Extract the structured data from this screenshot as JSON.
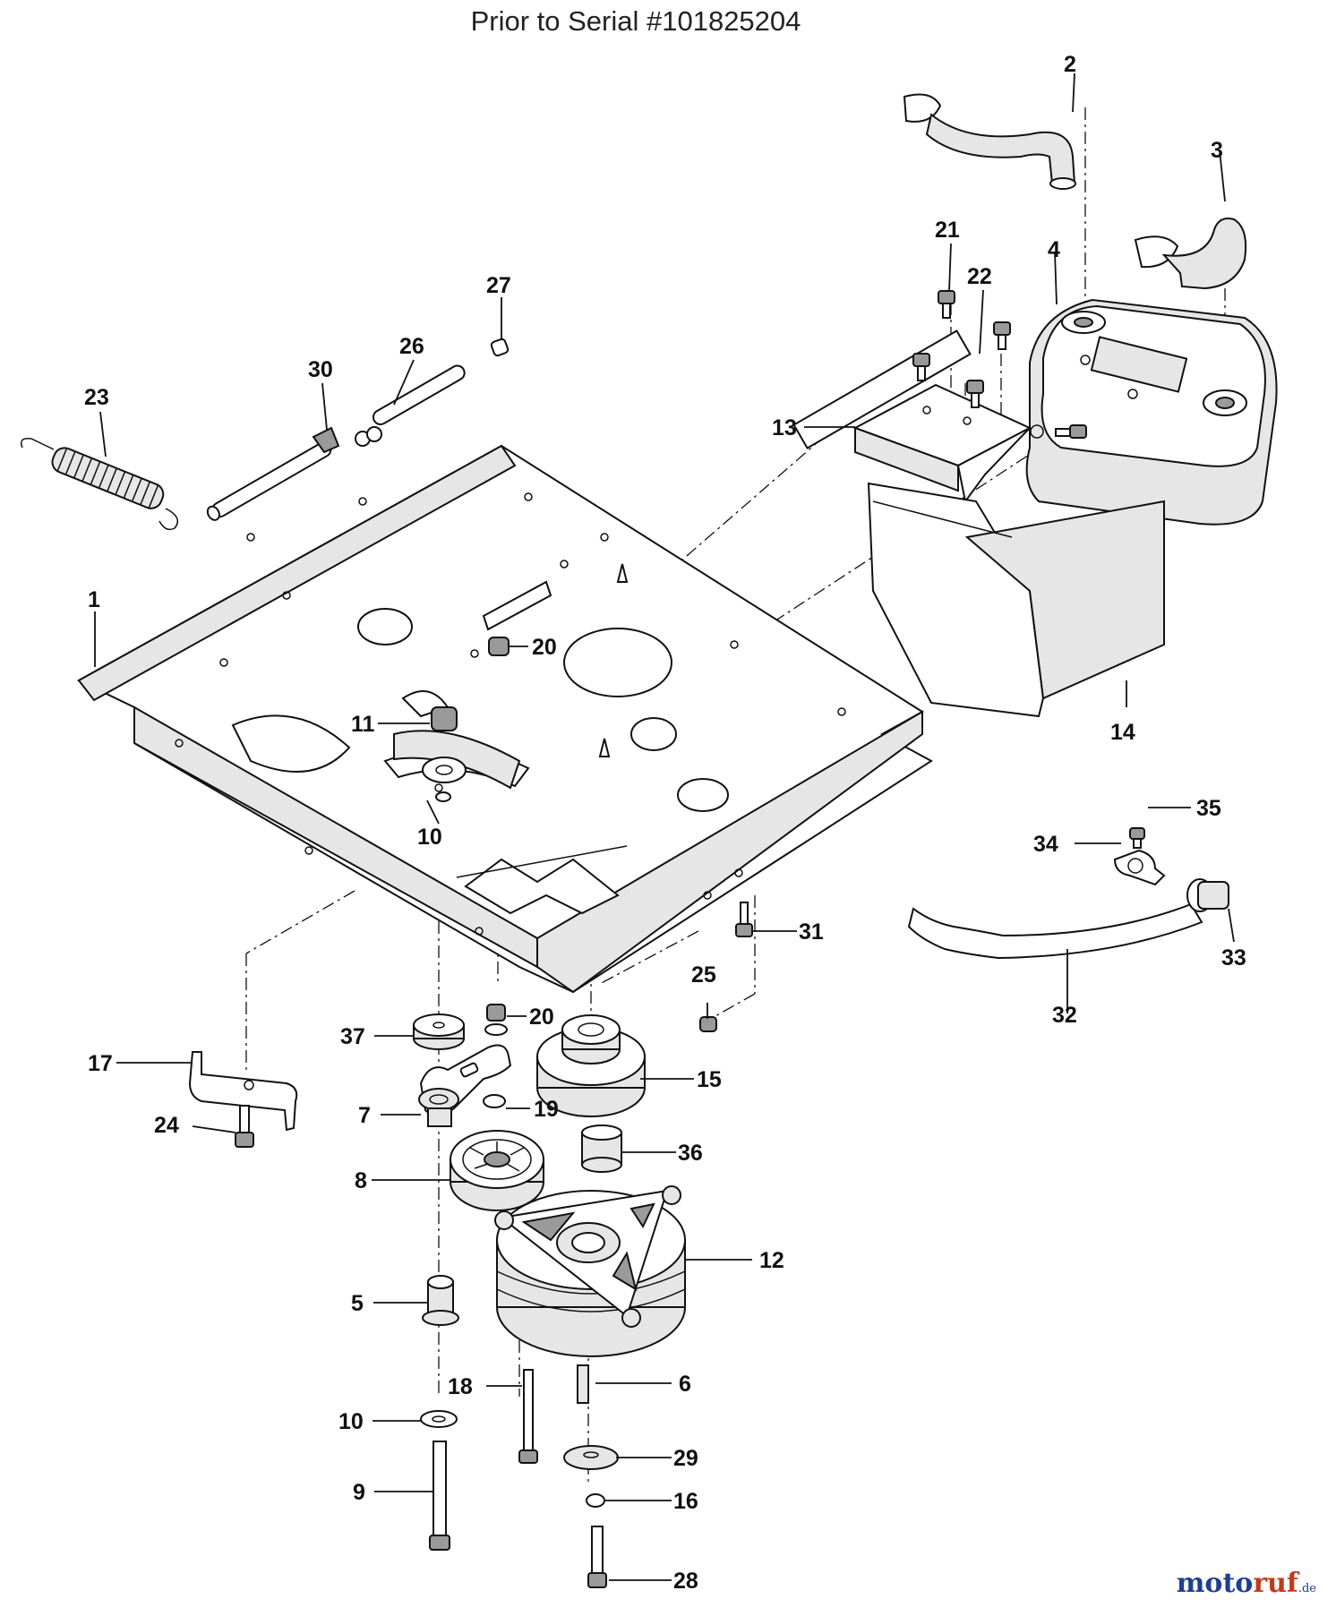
{
  "title": "Prior to Serial #101825204",
  "watermark": {
    "main": "moto",
    "accent": "ruf",
    "suffix": ".de"
  },
  "callouts": [
    {
      "num": "1"
    },
    {
      "num": "2"
    },
    {
      "num": "3"
    },
    {
      "num": "4"
    },
    {
      "num": "5"
    },
    {
      "num": "6"
    },
    {
      "num": "7"
    },
    {
      "num": "8"
    },
    {
      "num": "9"
    },
    {
      "num": "10"
    },
    {
      "num": "10"
    },
    {
      "num": "11"
    },
    {
      "num": "12"
    },
    {
      "num": "13"
    },
    {
      "num": "14"
    },
    {
      "num": "15"
    },
    {
      "num": "16"
    },
    {
      "num": "17"
    },
    {
      "num": "18"
    },
    {
      "num": "19"
    },
    {
      "num": "20"
    },
    {
      "num": "20"
    },
    {
      "num": "21"
    },
    {
      "num": "22"
    },
    {
      "num": "23"
    },
    {
      "num": "24"
    },
    {
      "num": "25"
    },
    {
      "num": "26"
    },
    {
      "num": "27"
    },
    {
      "num": "28"
    },
    {
      "num": "29"
    },
    {
      "num": "30"
    },
    {
      "num": "31"
    },
    {
      "num": "32"
    },
    {
      "num": "33"
    },
    {
      "num": "34"
    },
    {
      "num": "35"
    },
    {
      "num": "36"
    },
    {
      "num": "37"
    }
  ]
}
